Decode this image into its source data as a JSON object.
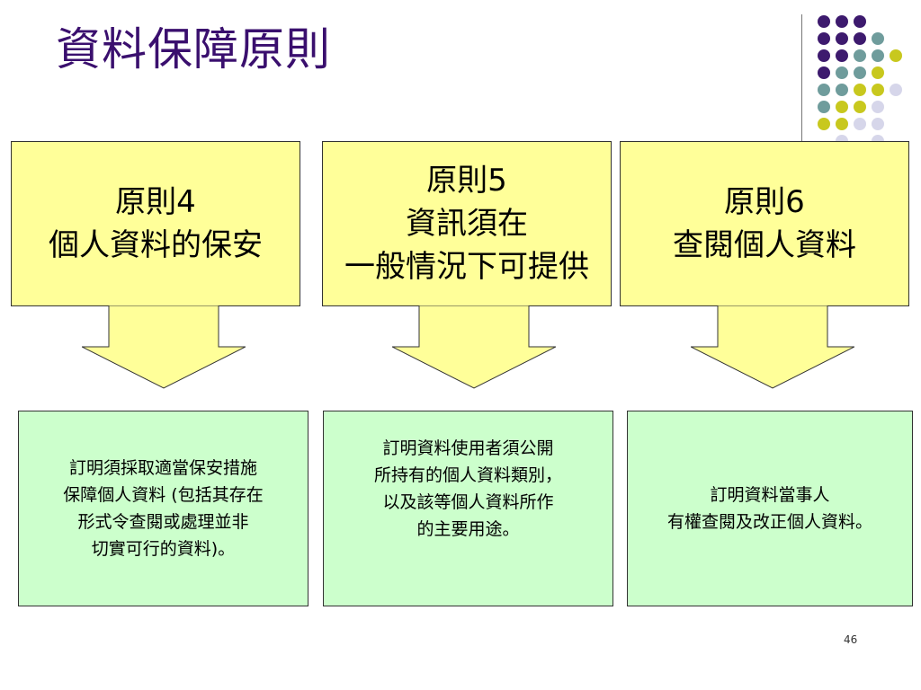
{
  "slide": {
    "title": "資料保障原則",
    "page_number": "46"
  },
  "colors": {
    "title": "#3a0f6e",
    "principle_fill": "#ffff99",
    "desc_fill": "#ccffcc",
    "dot_purple": "#3d1a6e",
    "dot_teal": "#6f9c9c",
    "dot_olive": "#c8c81e",
    "dot_lavender": "#d6d6ea"
  },
  "principles": [
    {
      "heading_prefix": "原則",
      "heading_number": "4",
      "lines": [
        "個人資料的保安"
      ]
    },
    {
      "heading_prefix": "原則",
      "heading_number": "5",
      "lines": [
        "資訊須在",
        "一般情況下可提供"
      ]
    },
    {
      "heading_prefix": "原則",
      "heading_number": "6",
      "lines": [
        "查閱個人資料"
      ]
    }
  ],
  "descriptions": [
    {
      "lines": [
        "訂明須採取適當保安措施",
        "保障個人資料 (包括其存在",
        "形式令查閱或處理並非",
        "切實可行的資料)。"
      ]
    },
    {
      "lines": [
        "訂明資料使用者須公開",
        "所持有的個人資料類別，",
        "以及該等個人資料所作",
        "的主要用途。"
      ]
    },
    {
      "lines": [
        "訂明資料當事人",
        "有權查閱及改正個人資料。"
      ]
    }
  ]
}
